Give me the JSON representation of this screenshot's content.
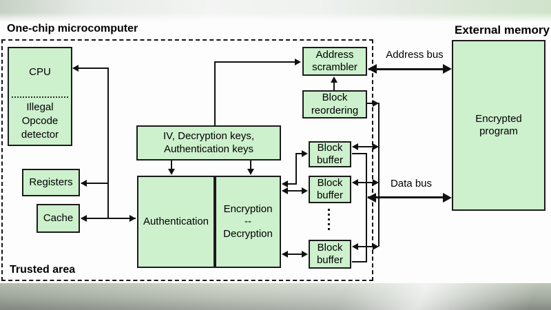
{
  "colors": {
    "box_fill": "#cdf0cd",
    "box_border": "#1a1a1a",
    "connector": "#111111",
    "canvas": "#fdfdfd"
  },
  "labels": {
    "one_chip": "One-chip microcomputer",
    "external_memory": "External memory",
    "trusted_area": "Trusted area",
    "address_bus": "Address bus",
    "data_bus": "Data bus"
  },
  "boxes": {
    "cpu": {
      "title": "CPU",
      "detector_lines": [
        "Illegal",
        "Opcode",
        "detector"
      ]
    },
    "registers": {
      "label": "Registers"
    },
    "cache": {
      "label": "Cache"
    },
    "keys": {
      "lines": [
        "IV, Decryption keys,",
        "Authentication keys"
      ]
    },
    "authentication": {
      "label": "Authentication"
    },
    "encryption_decryption": {
      "lines": [
        "Encryption",
        "--",
        "Decryption"
      ]
    },
    "address_scrambler": {
      "lines": [
        "Address",
        "scrambler"
      ]
    },
    "block_reordering": {
      "lines": [
        "Block",
        "reordering"
      ]
    },
    "block_buffer": {
      "lines": [
        "Block",
        "buffer"
      ]
    },
    "encrypted_program": {
      "lines": [
        "Encrypted",
        "program"
      ]
    }
  }
}
